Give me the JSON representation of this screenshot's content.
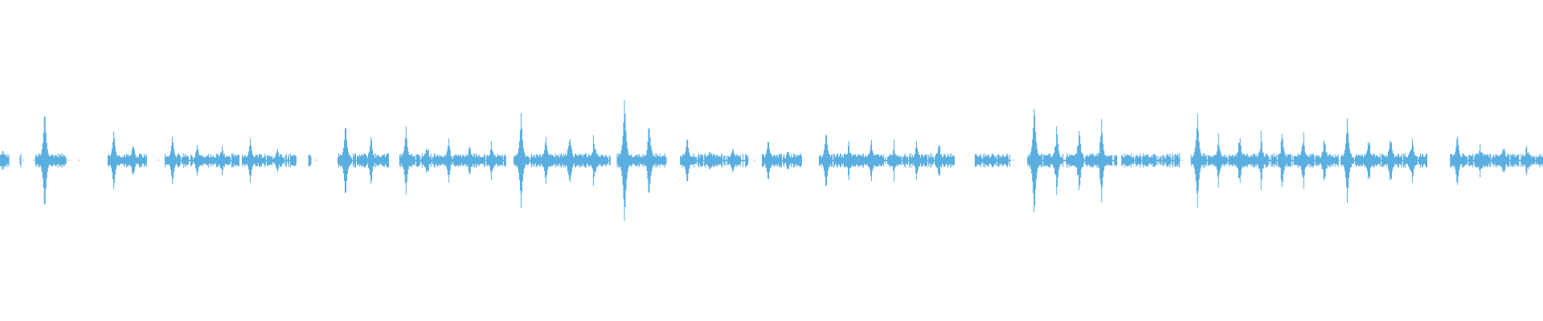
{
  "waveform": {
    "color": "#5aaee0",
    "background": "#ffffff",
    "bursts": [
      {
        "start": 0.0,
        "end": 0.006,
        "peak": 0.08
      },
      {
        "start": 0.013,
        "end": 0.014,
        "peak": 0.02
      },
      {
        "start": 0.023,
        "end": 0.043,
        "peak": 0.38
      },
      {
        "start": 0.07,
        "end": 0.095,
        "peak": 0.22
      },
      {
        "start": 0.107,
        "end": 0.155,
        "peak": 0.18
      },
      {
        "start": 0.157,
        "end": 0.192,
        "peak": 0.16
      },
      {
        "start": 0.2,
        "end": 0.202,
        "peak": 0.04
      },
      {
        "start": 0.219,
        "end": 0.252,
        "peak": 0.28
      },
      {
        "start": 0.259,
        "end": 0.328,
        "peak": 0.24
      },
      {
        "start": 0.333,
        "end": 0.396,
        "peak": 0.34
      },
      {
        "start": 0.4,
        "end": 0.432,
        "peak": 0.46
      },
      {
        "start": 0.441,
        "end": 0.485,
        "peak": 0.18
      },
      {
        "start": 0.494,
        "end": 0.52,
        "peak": 0.16
      },
      {
        "start": 0.531,
        "end": 0.619,
        "peak": 0.22
      },
      {
        "start": 0.632,
        "end": 0.655,
        "peak": 0.03
      },
      {
        "start": 0.666,
        "end": 0.724,
        "peak": 0.42
      },
      {
        "start": 0.727,
        "end": 0.765,
        "peak": 0.04
      },
      {
        "start": 0.772,
        "end": 0.868,
        "peak": 0.34
      },
      {
        "start": 0.869,
        "end": 0.925,
        "peak": 0.3
      },
      {
        "start": 0.94,
        "end": 1.0,
        "peak": 0.2
      }
    ]
  }
}
